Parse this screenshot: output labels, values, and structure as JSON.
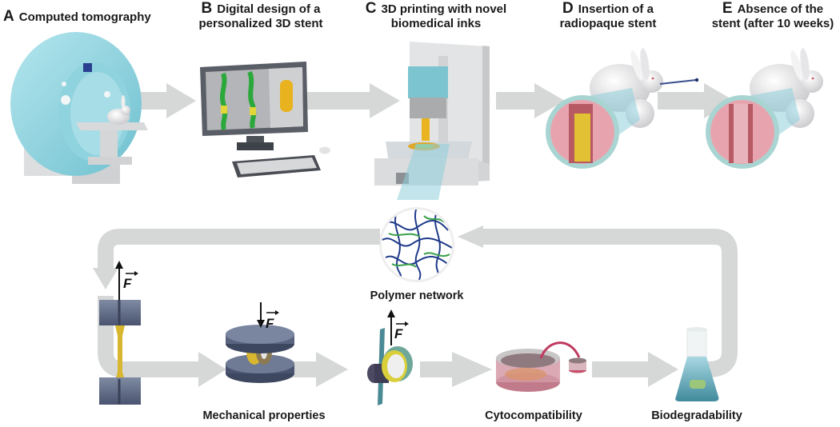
{
  "panels": [
    {
      "letter": "A",
      "line1": "Computed tomography",
      "line2": ""
    },
    {
      "letter": "B",
      "line1": "Digital design of a",
      "line2": "personalized 3D stent"
    },
    {
      "letter": "C",
      "line1": "3D printing with novel",
      "line2": "biomedical inks"
    },
    {
      "letter": "D",
      "line1": "Insertion of a",
      "line2": "radiopaque stent"
    },
    {
      "letter": "E",
      "line1": "Absence of the",
      "line2": "stent (after 10 weeks)"
    }
  ],
  "captions": {
    "polymer": "Polymer network",
    "mechanical": "Mechanical properties",
    "cyto": "Cytocompatibility",
    "biodeg": "Biodegradability"
  },
  "force_symbol": "F",
  "icons": {
    "ct_scanner": "ct-scanner-icon",
    "computer": "computer-monitor-icon",
    "printer": "bioprinter-icon",
    "rabbit": "rabbit-icon",
    "stent": "stent-icon",
    "polymer": "polymer-network-icon",
    "tensile": "tensile-test-icon",
    "compression": "compression-test-icon",
    "peel": "ring-tension-test-icon",
    "dish": "culture-dish-icon",
    "flask": "erlenmeyer-flask-icon"
  },
  "colors": {
    "arrow": "#d6d8d8",
    "teal": "#8fd0dc",
    "stent_yellow": "#e8c22a",
    "tissue_pink": "#e8a4ae",
    "vessel_green": "#2aa83a",
    "metal": "#5f6a82",
    "polymer_blue": "#1f3a8a",
    "polymer_green": "#3aa04a"
  }
}
